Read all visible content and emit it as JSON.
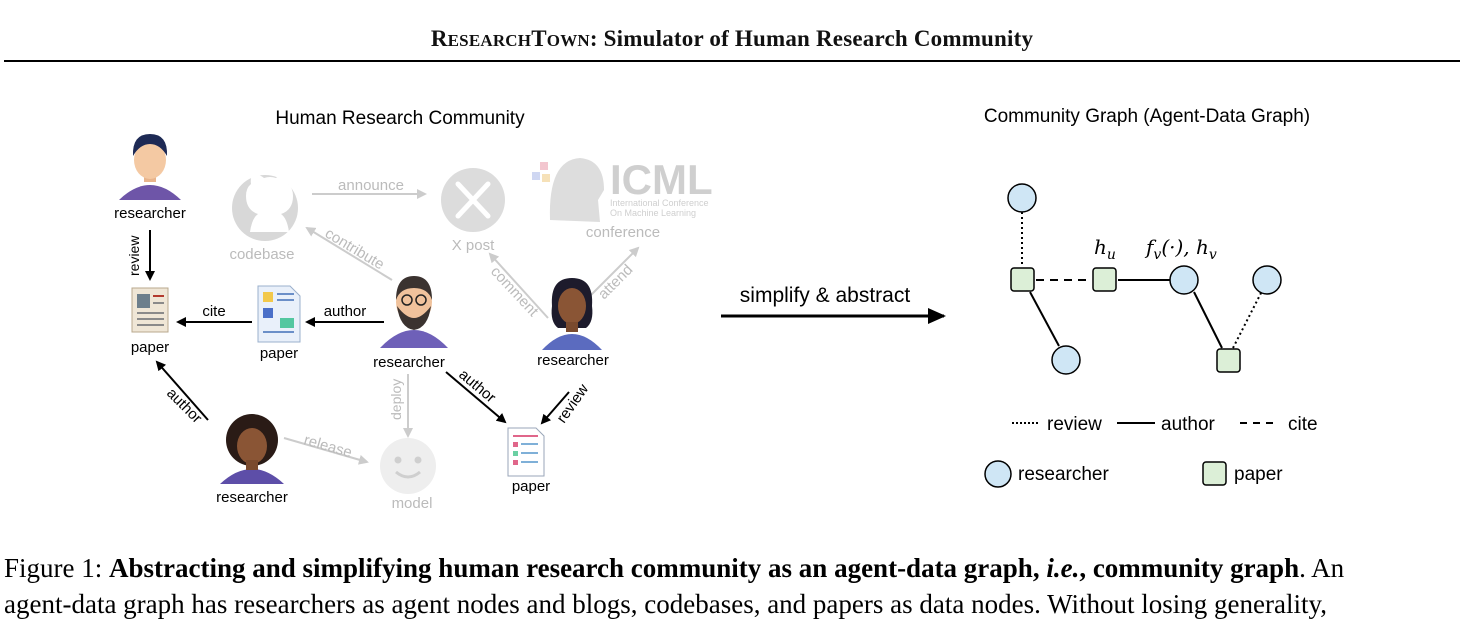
{
  "header": {
    "title_first_cap": "R",
    "title_first_rest": "ESEARCH",
    "title_second_cap": "T",
    "title_second_rest": "OWN",
    "title_suffix": ": Simulator of Human Research Community"
  },
  "left_panel": {
    "title": "Human Research Community",
    "nodes": {
      "researcher_top": "researcher",
      "paper_left": "paper",
      "paper_mid": "paper",
      "researcher_center": "researcher",
      "researcher_right": "researcher",
      "researcher_bottom": "researcher",
      "paper_bottom": "paper",
      "codebase": "codebase",
      "x_post": "X post",
      "conference": "conference",
      "model": "model",
      "icml_logo": "ICML",
      "icml_sub1": "International Conference",
      "icml_sub2": "On Machine Learning"
    },
    "edges": {
      "review_top": "review",
      "cite": "cite",
      "author_center": "author",
      "announce": "announce",
      "contribute": "contribute",
      "comment": "comment",
      "attend": "attend",
      "deploy": "deploy",
      "author_center_bottom": "author",
      "review_right": "review",
      "author_bottom": "author",
      "release": "release"
    }
  },
  "middle": {
    "arrow_label": "simplify & abstract"
  },
  "right_panel": {
    "title": "Community Graph (Agent-Data Graph)",
    "math_hu": "h",
    "math_hu_sub": "u",
    "math_fv": "f",
    "math_fv_sub": "v",
    "math_fv_rest": "(·), h",
    "math_hv_sub": "v",
    "legend_review": "review",
    "legend_author": "author",
    "legend_cite": "cite",
    "legend_researcher": "researcher",
    "legend_paper": "paper",
    "colors": {
      "researcher_fill": "#cfe6f5",
      "paper_fill": "#dcefd7"
    }
  },
  "caption": {
    "prefix": "Figure 1: ",
    "bold": "Abstracting and simplifying human research community as an agent-data graph, ",
    "bold_italic": "i.e.",
    "bold_end": ", community graph",
    "rest": ". An",
    "line2": "agent-data graph has researchers as agent nodes and blogs, codebases, and papers as data nodes. Without losing generality,"
  }
}
